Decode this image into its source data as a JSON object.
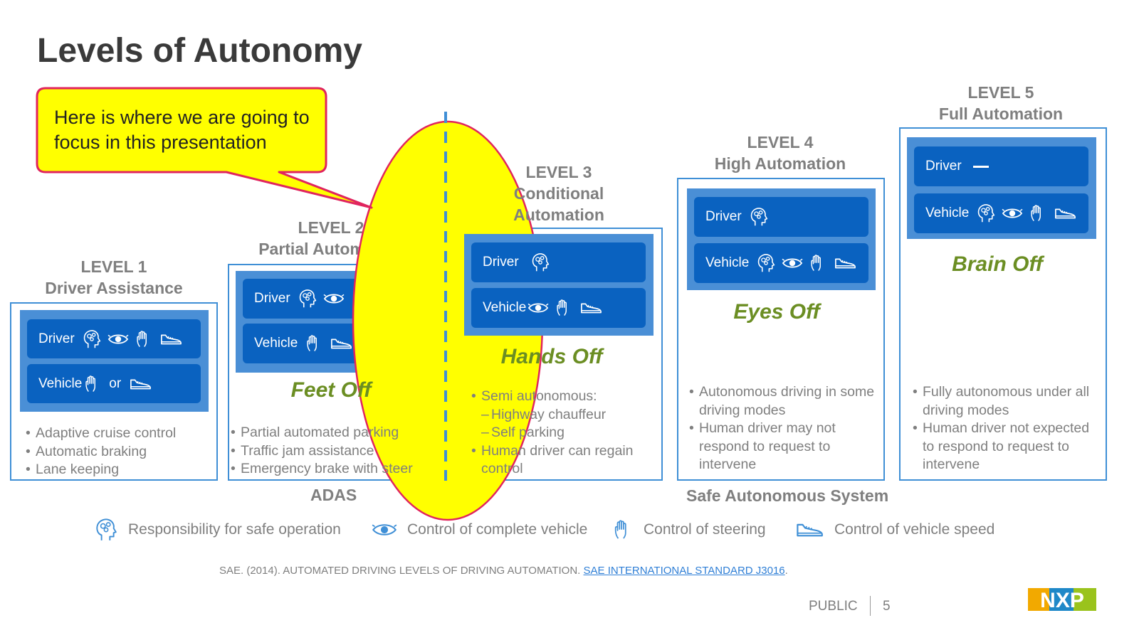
{
  "slide": {
    "title": "Levels of Autonomy"
  },
  "callout": {
    "text": "Here is where we are going to focus in this presentation"
  },
  "labels": {
    "driver": "Driver",
    "vehicle": "Vehicle",
    "or": "or"
  },
  "levels": [
    {
      "level": "LEVEL 1",
      "name": "Driver Assistance",
      "bullets": [
        "Adaptive cruise control",
        "Automatic braking",
        "Lane keeping"
      ]
    },
    {
      "level": "LEVEL 2",
      "name": "Partial Automation",
      "mode": "Feet Off",
      "bullets": [
        "Partial automated parking",
        "Traffic jam assistance",
        "Emergency brake with steer"
      ]
    },
    {
      "level": "LEVEL 3",
      "name_line1": "Conditional",
      "name_line2": "Automation",
      "mode": "Hands Off",
      "bullets": [
        "Semi autonomous:",
        "Highway chauffeur",
        "Self parking",
        "Human driver can regain control"
      ]
    },
    {
      "level": "LEVEL 4",
      "name": "High Automation",
      "mode": "Eyes Off",
      "bullets": [
        "Autonomous driving in some driving modes",
        "Human driver may not respond to request to intervene"
      ]
    },
    {
      "level": "LEVEL 5",
      "name": "Full Automation",
      "mode": "Brain Off",
      "bullets": [
        "Fully autonomous under all driving modes",
        "Human driver not expected to respond to request to intervene"
      ]
    }
  ],
  "groups": {
    "adas": "ADAS",
    "sas": "Safe Autonomous System"
  },
  "legend": [
    {
      "icon": "head-gears-icon",
      "label": "Responsibility for safe operation"
    },
    {
      "icon": "eye-icon",
      "label": "Control of complete vehicle"
    },
    {
      "icon": "hand-icon",
      "label": "Control of steering"
    },
    {
      "icon": "shoe-icon",
      "label": "Control of vehicle speed"
    }
  ],
  "citation": {
    "text": "SAE. (2014). AUTOMATED DRIVING LEVELS OF DRIVING AUTOMATION.",
    "link": "SAE INTERNATIONAL STANDARD J3016",
    "end": "."
  },
  "footer": {
    "classification": "PUBLIC",
    "page": "5",
    "logo": "NXP"
  },
  "colors": {
    "bar": "#0a62c0",
    "panel": "#4a8fd6",
    "mode_text": "#6b8e23",
    "highlight": "#ffff00",
    "highlight_border": "#e0245e"
  }
}
